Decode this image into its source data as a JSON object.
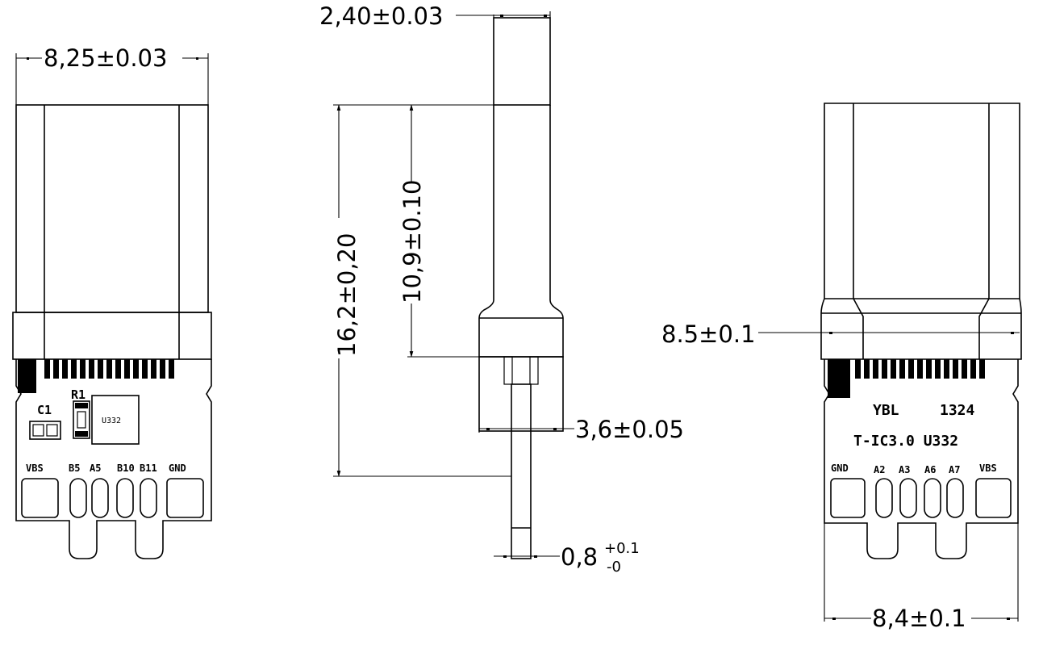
{
  "dimensions": {
    "left_width": "8,25±0.03",
    "thickness": "2,40±0.03",
    "total_length": "16,2±0,20",
    "body_length": "10,9±0.10",
    "collar_width": "3,6±0.05",
    "pcb_thickness_base": "0,8",
    "pcb_tol_plus": "+0.1",
    "pcb_tol_minus": "-0",
    "right_height": "8.5±0.1",
    "right_width": "8,4±0.1"
  },
  "left_view": {
    "c1_label": "C1",
    "r1_label": "R1",
    "chip_label": "U332",
    "pins": [
      "VBS",
      "B5",
      "A5",
      "B10",
      "B11",
      "GND"
    ]
  },
  "right_view": {
    "brand": "YBL",
    "code": "1324",
    "model": "T-IC3.0 U332",
    "pins": [
      "GND",
      "A2",
      "A3",
      "A6",
      "A7",
      "VBS"
    ]
  }
}
